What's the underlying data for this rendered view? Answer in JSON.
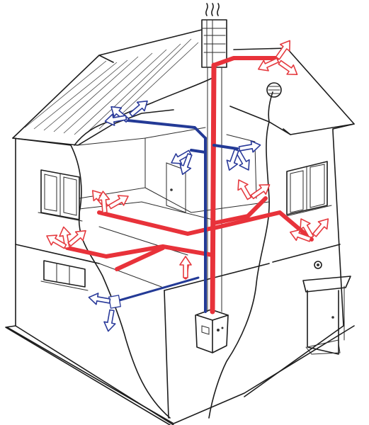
{
  "diagram": {
    "subject": "house-warm-air-heating-cutaway",
    "colors": {
      "ink": "#1c1c1c",
      "warm_air": "#e8323a",
      "return_air": "#233a96",
      "background": "#ffffff"
    },
    "flows": [
      {
        "kind": "warm",
        "color": "#e8323a"
      },
      {
        "kind": "return",
        "color": "#233a96"
      }
    ]
  }
}
